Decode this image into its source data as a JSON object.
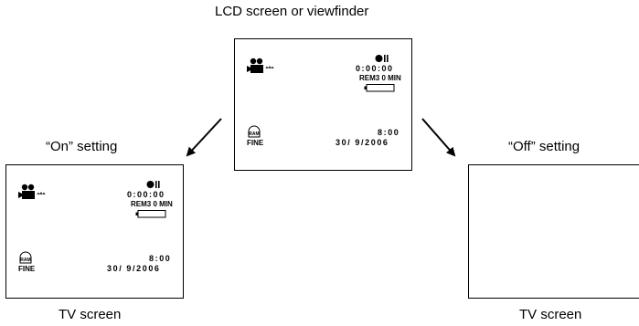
{
  "top_label": "LCD screen or viewfinder",
  "left_label": "“On” setting",
  "right_label": "“Off” setting",
  "bottom_left_label": "TV screen",
  "bottom_right_label": "TV screen",
  "display": {
    "counter": "0:00:00",
    "remaining": "REM3 0 MIN",
    "time": "8:00",
    "date": "30/ 9/2006",
    "quality": "FINE"
  }
}
